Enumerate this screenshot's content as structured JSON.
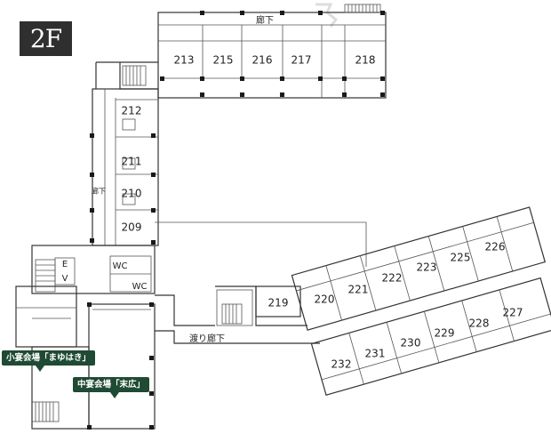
{
  "floor": "2F",
  "rooms": {
    "r213": "213",
    "r215": "215",
    "r216": "216",
    "r217": "217",
    "r218": "218",
    "r212": "212",
    "r211": "211",
    "r210": "210",
    "r209": "209",
    "r219": "219",
    "r220": "220",
    "r221": "221",
    "r222": "222",
    "r223": "223",
    "r225": "225",
    "r226": "226",
    "r227": "227",
    "r228": "228",
    "r229": "229",
    "r230": "230",
    "r231": "231",
    "r232": "232"
  },
  "labels": {
    "corridor": "廊下",
    "bridge_corridor": "渡り廊下",
    "wc1": "WC",
    "wc2": "WC",
    "ev_e": "E",
    "ev_v": "V",
    "small_corridor": "廊下"
  },
  "callouts": {
    "small_banquet": "小宴会場「まゆはき」",
    "medium_banquet": "中宴会場「末広」"
  },
  "colors": {
    "callout": "#1f4a33",
    "badge": "#2f2f2f"
  }
}
